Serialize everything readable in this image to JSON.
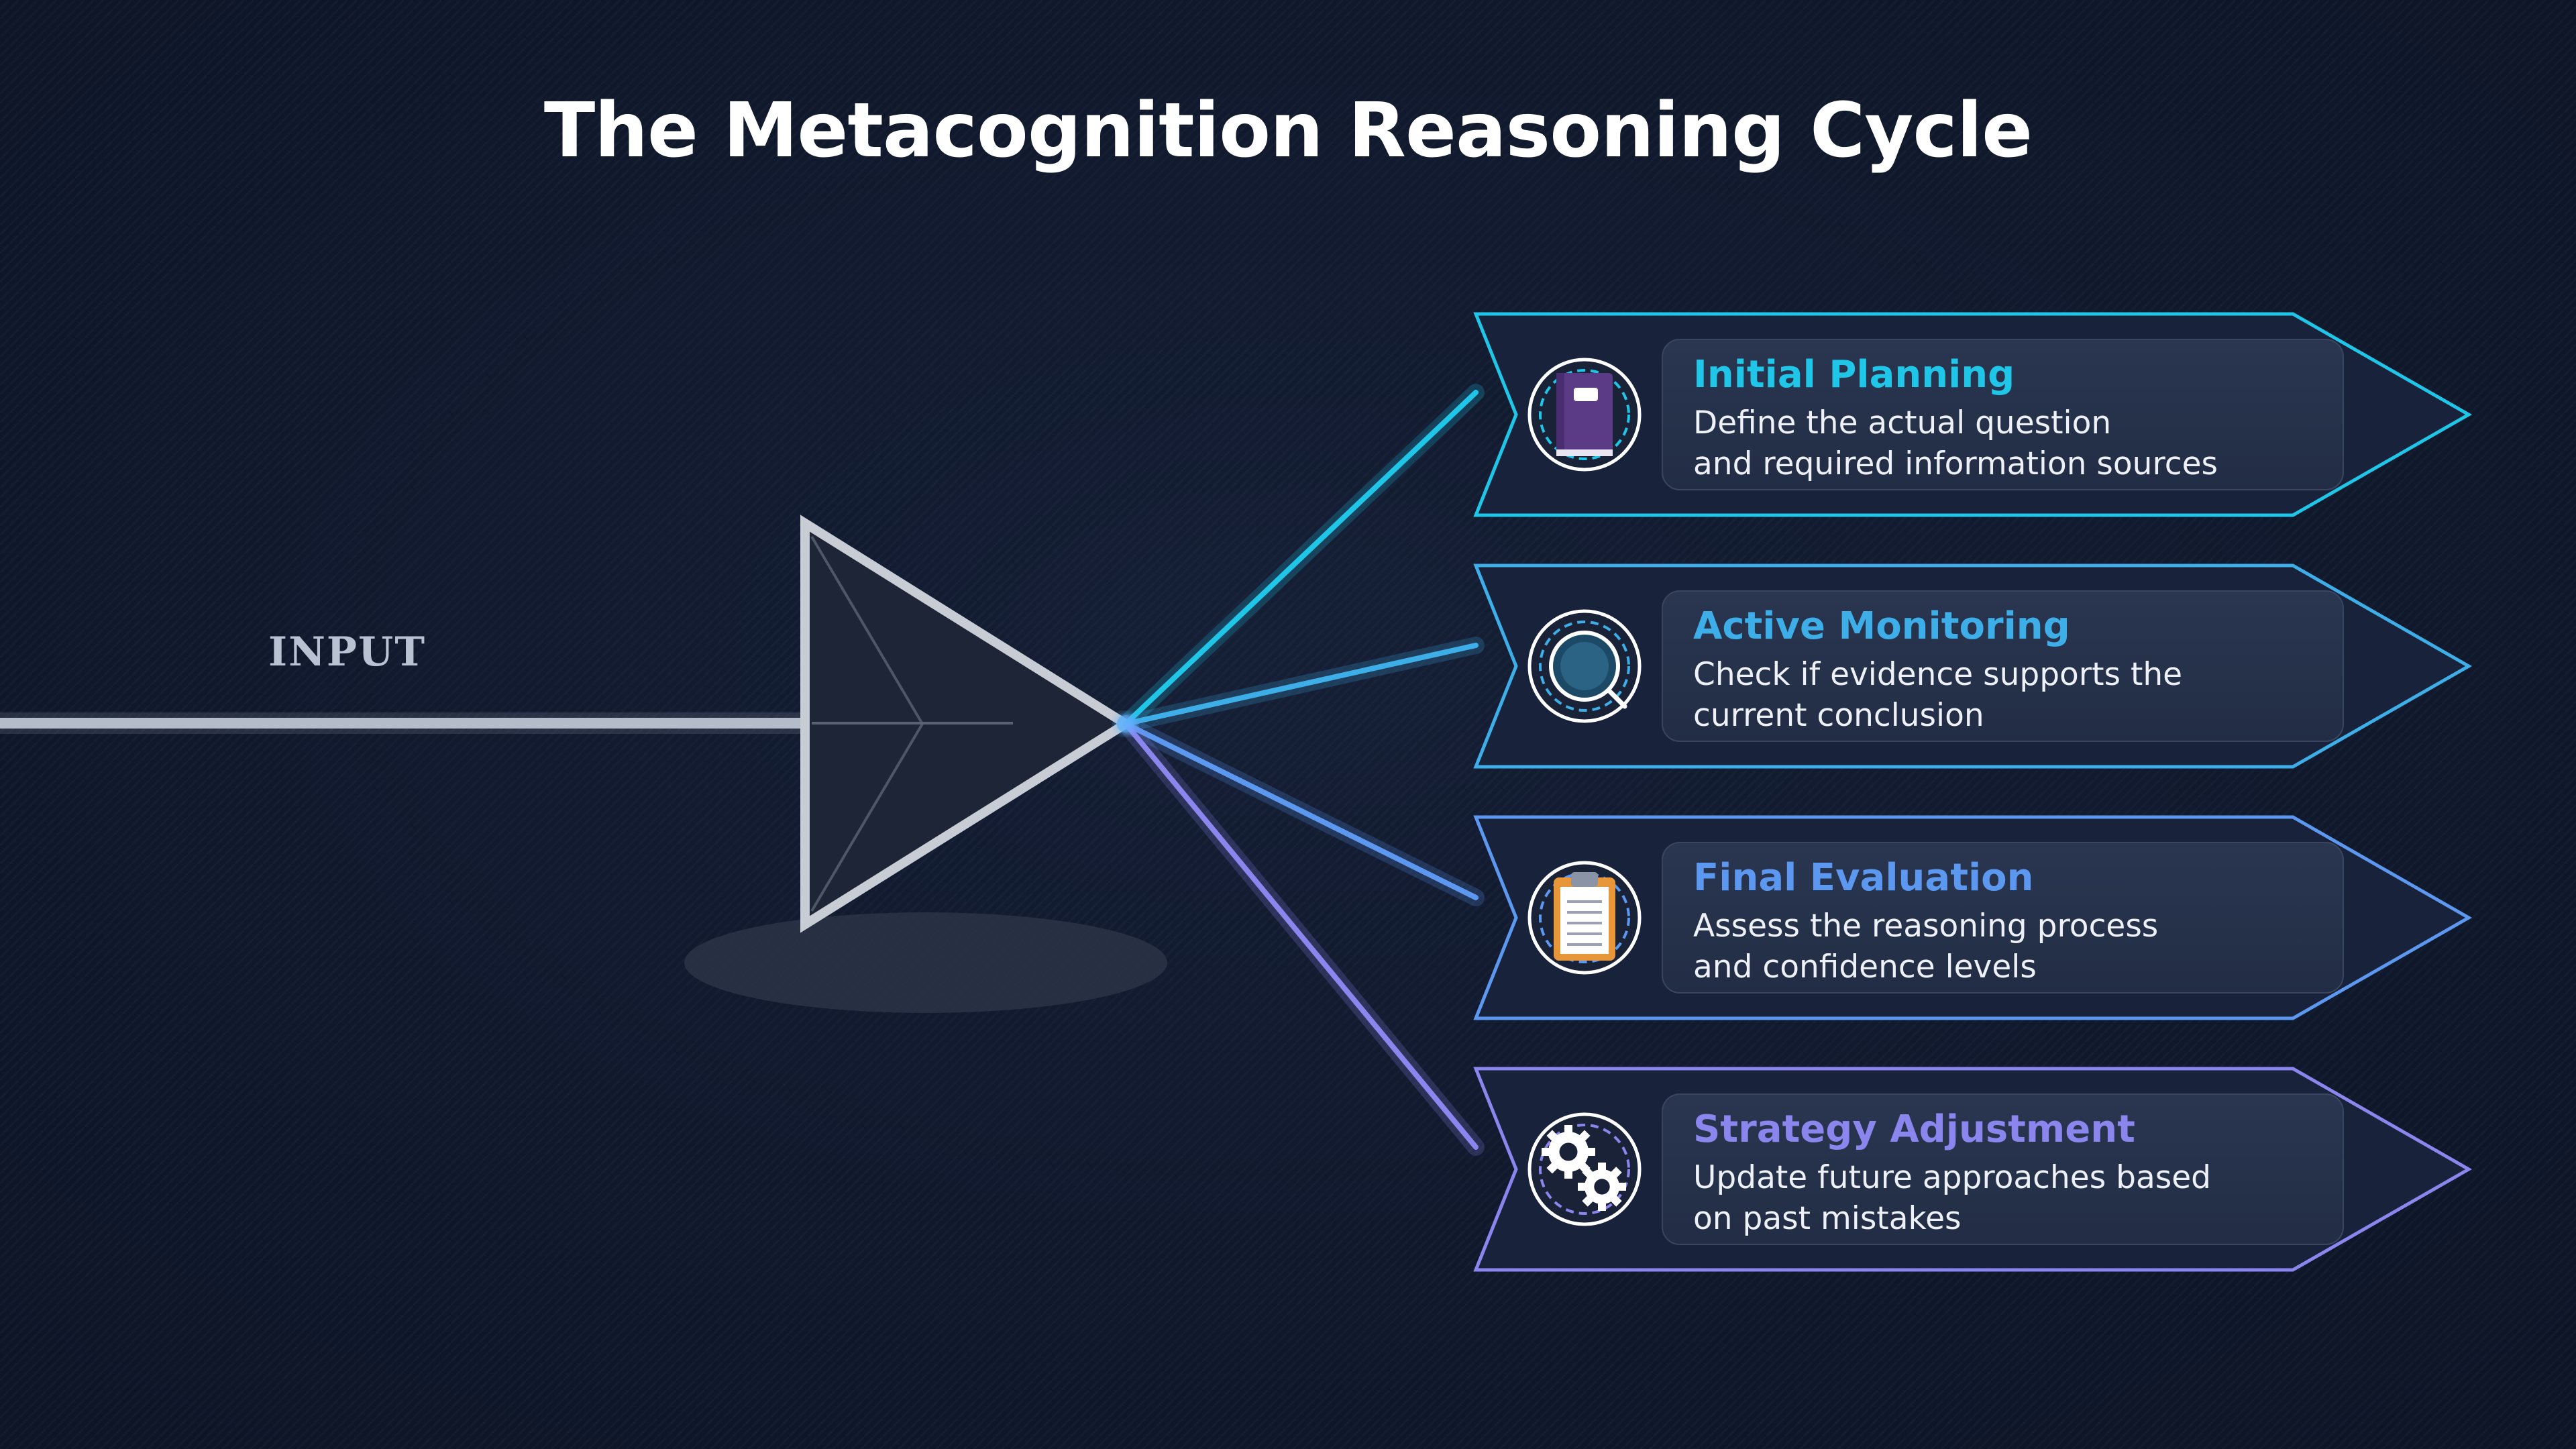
{
  "title": "The Metacognition Reasoning Cycle",
  "input_label": "INPUT",
  "colors": {
    "background": "#111a2e",
    "prism": "#c8ccd4",
    "stage_1": "#1fc6e8",
    "stage_2": "#3eaee8",
    "stage_3": "#5c98f0",
    "stage_4": "#8a86ee"
  },
  "stages": [
    {
      "title": "Initial Planning",
      "desc": [
        "Define the actual question",
        "and required information sources"
      ],
      "icon": "notebook-icon",
      "color": "#1fc6e8"
    },
    {
      "title": "Active Monitoring",
      "desc": [
        "Check if evidence supports the",
        "current conclusion"
      ],
      "icon": "magnifier-icon",
      "color": "#3eaee8"
    },
    {
      "title": "Final Evaluation",
      "desc": [
        "Assess the reasoning process",
        "and confidence levels"
      ],
      "icon": "clipboard-icon",
      "color": "#5c98f0"
    },
    {
      "title": "Strategy Adjustment",
      "desc": [
        "Update future approaches based",
        "on past mistakes"
      ],
      "icon": "gears-icon",
      "color": "#8a86ee"
    }
  ]
}
